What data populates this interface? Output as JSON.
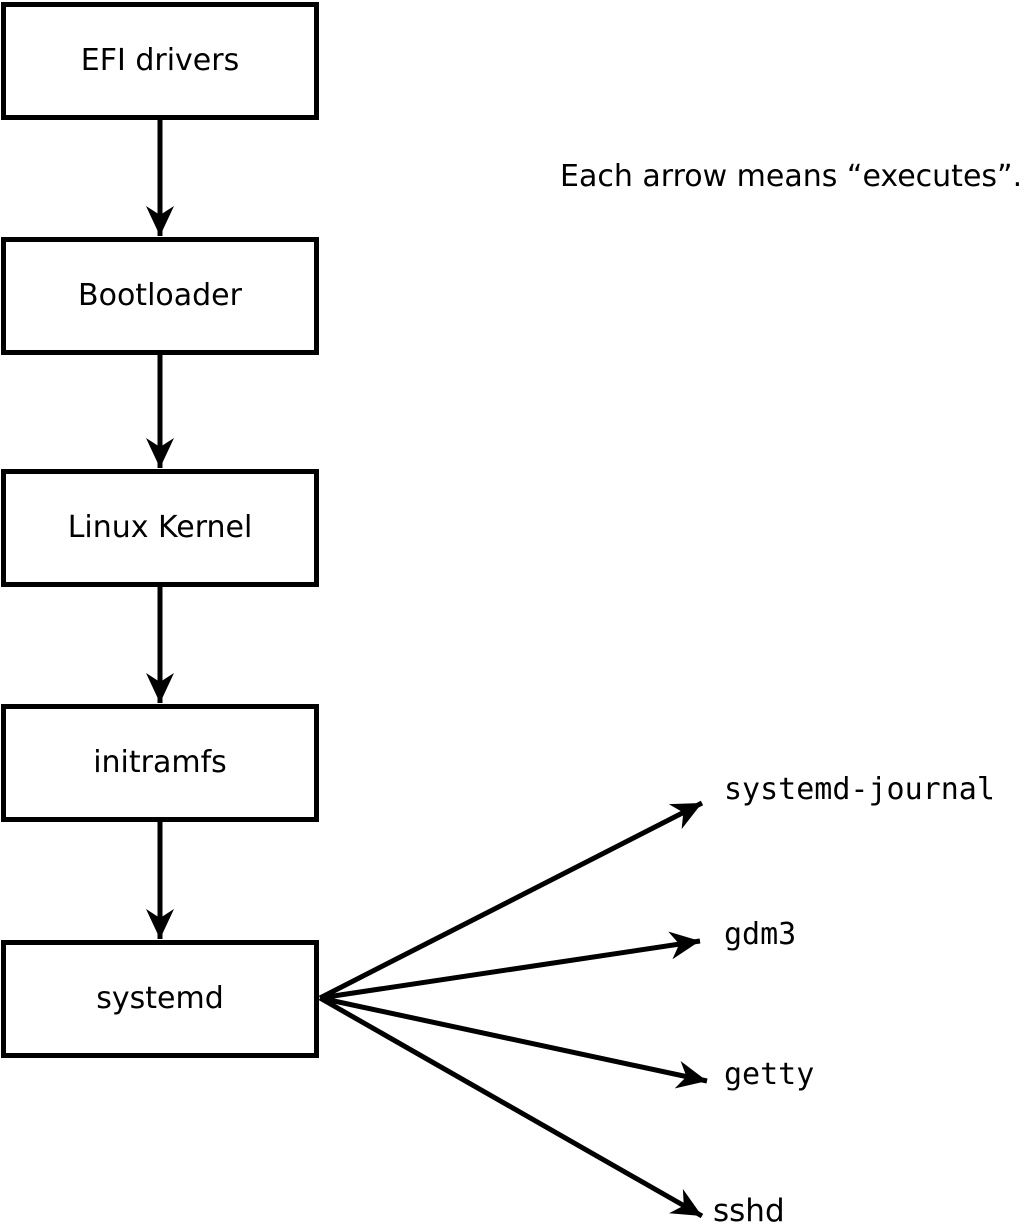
{
  "canvas": {
    "background_color": "#ffffff",
    "ink_color": "#000000"
  },
  "caption": {
    "text": "Each arrow means “executes”."
  },
  "chain": {
    "boxes": [
      {
        "label": "EFI drivers"
      },
      {
        "label": "Bootloader"
      },
      {
        "label": "Linux Kernel"
      },
      {
        "label": "initramfs"
      },
      {
        "label": "systemd"
      }
    ]
  },
  "executed_processes": [
    {
      "label": "systemd-journal"
    },
    {
      "label": "gdm3"
    },
    {
      "label": "getty"
    },
    {
      "label": "sshd"
    }
  ]
}
